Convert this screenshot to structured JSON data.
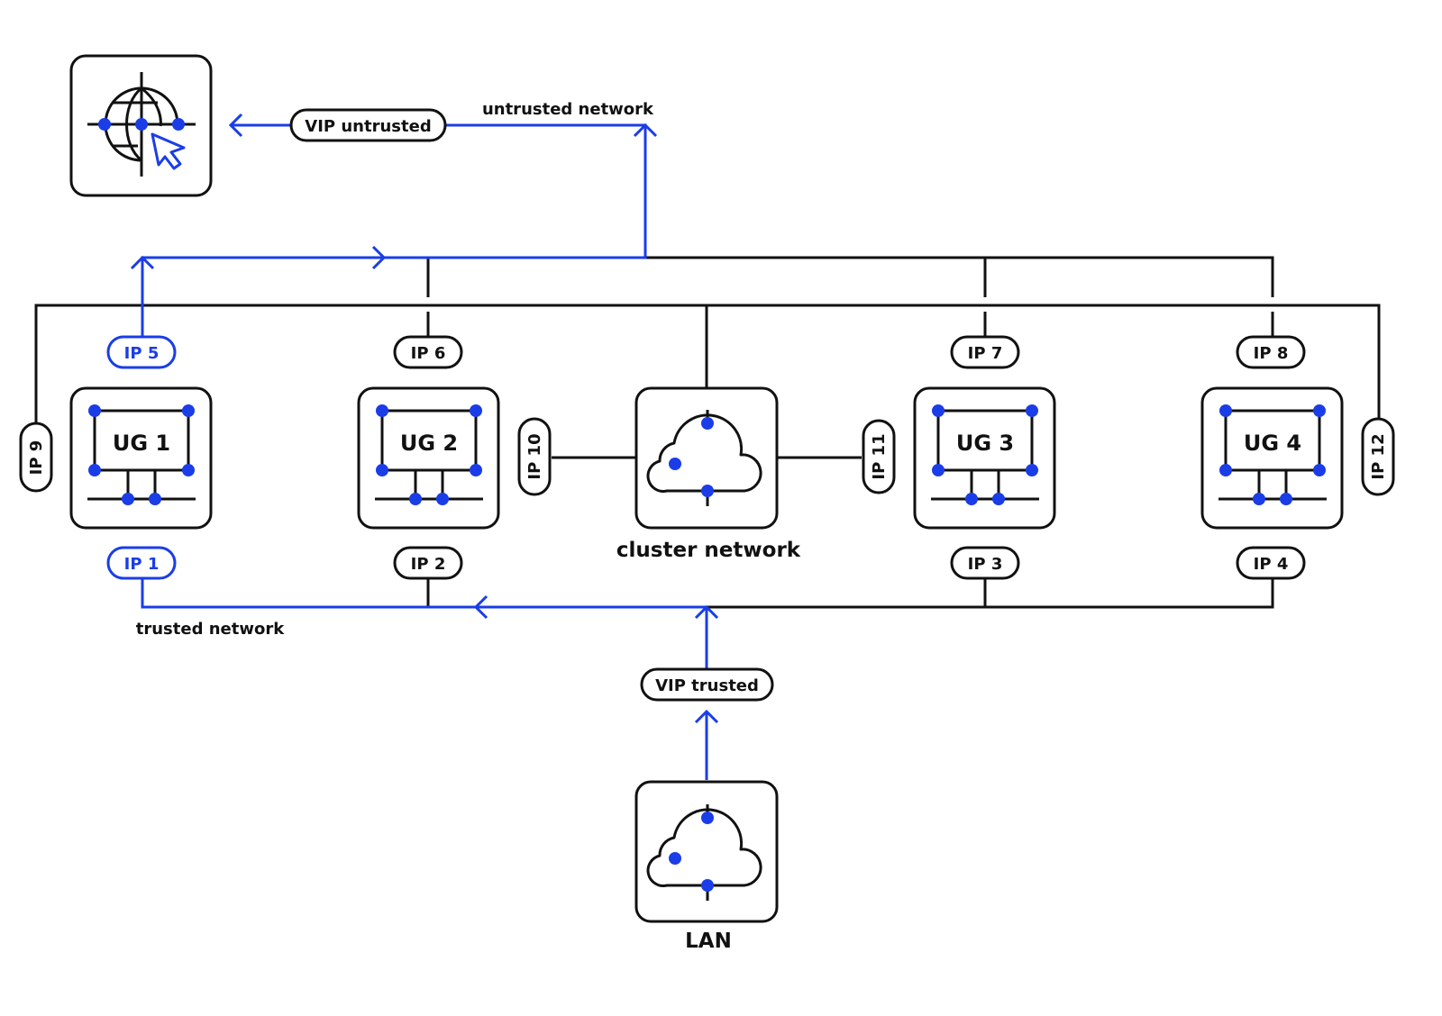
{
  "colors": {
    "ink": "#111111",
    "accent": "#1a3de8",
    "background": "#ffffff"
  },
  "icons": {
    "internet": "globe-cursor-icon",
    "cluster": "cloud-icon",
    "lan": "cloud-icon",
    "node": "firewall-node-icon"
  },
  "labels": {
    "untrusted_network": "untrusted network",
    "trusted_network": "trusted network",
    "cluster_network": "cluster network",
    "lan": "LAN",
    "vip_untrusted": "VIP untrusted",
    "vip_trusted": "VIP trusted"
  },
  "nodes": [
    {
      "id": "ug1",
      "label": "UG 1"
    },
    {
      "id": "ug2",
      "label": "UG 2"
    },
    {
      "id": "ug3",
      "label": "UG 3"
    },
    {
      "id": "ug4",
      "label": "UG 4"
    }
  ],
  "ips": {
    "ip1": "IP 1",
    "ip2": "IP 2",
    "ip3": "IP 3",
    "ip4": "IP 4",
    "ip5": "IP 5",
    "ip6": "IP 6",
    "ip7": "IP 7",
    "ip8": "IP 8",
    "ip9": "IP 9",
    "ip10": "IP 10",
    "ip11": "IP 11",
    "ip12": "IP 12"
  },
  "highlighted": [
    "ip1",
    "ip5"
  ]
}
